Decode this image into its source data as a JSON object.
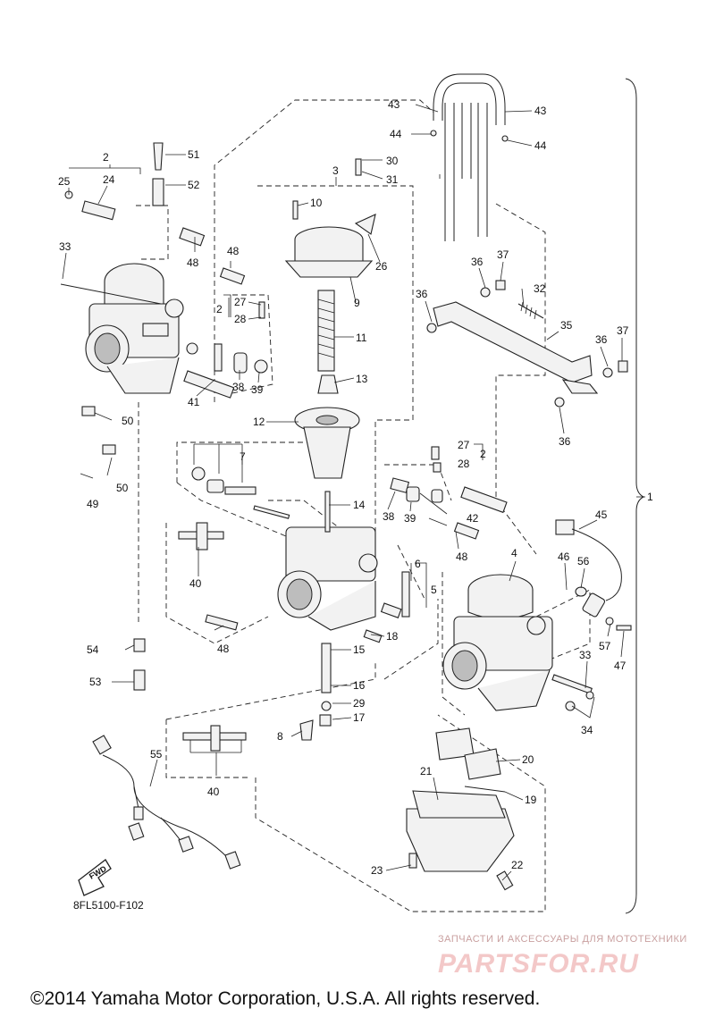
{
  "diagram": {
    "code": "8FL5100-F102",
    "fwd_label": "FWD",
    "watermark": {
      "subtitle": "ЗАПЧАСТИ И АКСЕССУАРЫ ДЛЯ МОТОТЕХНИКИ",
      "logo": "PARTSFOR.RU"
    },
    "copyright": "©2014 Yamaha Motor Corporation, U.S.A. All rights reserved.",
    "callouts": [
      {
        "id": "c1",
        "text": "1"
      },
      {
        "id": "c2a",
        "text": "2"
      },
      {
        "id": "c2b",
        "text": "2"
      },
      {
        "id": "c2c",
        "text": "2"
      },
      {
        "id": "c3",
        "text": "3"
      },
      {
        "id": "c4",
        "text": "4"
      },
      {
        "id": "c5",
        "text": "5"
      },
      {
        "id": "c6",
        "text": "6"
      },
      {
        "id": "c7",
        "text": "7"
      },
      {
        "id": "c8",
        "text": "8"
      },
      {
        "id": "c9",
        "text": "9"
      },
      {
        "id": "c10",
        "text": "10"
      },
      {
        "id": "c11",
        "text": "11"
      },
      {
        "id": "c12",
        "text": "12"
      },
      {
        "id": "c13",
        "text": "13"
      },
      {
        "id": "c14",
        "text": "14"
      },
      {
        "id": "c15",
        "text": "15"
      },
      {
        "id": "c16",
        "text": "16"
      },
      {
        "id": "c17",
        "text": "17"
      },
      {
        "id": "c18",
        "text": "18"
      },
      {
        "id": "c19",
        "text": "19"
      },
      {
        "id": "c20",
        "text": "20"
      },
      {
        "id": "c21",
        "text": "21"
      },
      {
        "id": "c22",
        "text": "22"
      },
      {
        "id": "c23",
        "text": "23"
      },
      {
        "id": "c24",
        "text": "24"
      },
      {
        "id": "c25",
        "text": "25"
      },
      {
        "id": "c26",
        "text": "26"
      },
      {
        "id": "c27a",
        "text": "27"
      },
      {
        "id": "c27b",
        "text": "27"
      },
      {
        "id": "c28a",
        "text": "28"
      },
      {
        "id": "c28b",
        "text": "28"
      },
      {
        "id": "c29",
        "text": "29"
      },
      {
        "id": "c30",
        "text": "30"
      },
      {
        "id": "c31",
        "text": "31"
      },
      {
        "id": "c32",
        "text": "32"
      },
      {
        "id": "c33a",
        "text": "33"
      },
      {
        "id": "c33b",
        "text": "33"
      },
      {
        "id": "c34",
        "text": "34"
      },
      {
        "id": "c35",
        "text": "35"
      },
      {
        "id": "c36a",
        "text": "36"
      },
      {
        "id": "c36b",
        "text": "36"
      },
      {
        "id": "c36c",
        "text": "36"
      },
      {
        "id": "c36d",
        "text": "36"
      },
      {
        "id": "c37a",
        "text": "37"
      },
      {
        "id": "c37b",
        "text": "37"
      },
      {
        "id": "c38a",
        "text": "38"
      },
      {
        "id": "c38b",
        "text": "38"
      },
      {
        "id": "c39a",
        "text": "39"
      },
      {
        "id": "c39b",
        "text": "39"
      },
      {
        "id": "c40a",
        "text": "40"
      },
      {
        "id": "c40b",
        "text": "40"
      },
      {
        "id": "c41",
        "text": "41"
      },
      {
        "id": "c42",
        "text": "42"
      },
      {
        "id": "c43a",
        "text": "43"
      },
      {
        "id": "c43b",
        "text": "43"
      },
      {
        "id": "c44a",
        "text": "44"
      },
      {
        "id": "c44b",
        "text": "44"
      },
      {
        "id": "c45",
        "text": "45"
      },
      {
        "id": "c46",
        "text": "46"
      },
      {
        "id": "c47",
        "text": "47"
      },
      {
        "id": "c48a",
        "text": "48"
      },
      {
        "id": "c48b",
        "text": "48"
      },
      {
        "id": "c48c",
        "text": "48"
      },
      {
        "id": "c48d",
        "text": "48"
      },
      {
        "id": "c49",
        "text": "49"
      },
      {
        "id": "c50a",
        "text": "50"
      },
      {
        "id": "c50b",
        "text": "50"
      },
      {
        "id": "c51",
        "text": "51"
      },
      {
        "id": "c52",
        "text": "52"
      },
      {
        "id": "c53",
        "text": "53"
      },
      {
        "id": "c54",
        "text": "54"
      },
      {
        "id": "c55",
        "text": "55"
      },
      {
        "id": "c56",
        "text": "56"
      },
      {
        "id": "c57",
        "text": "57"
      }
    ]
  }
}
